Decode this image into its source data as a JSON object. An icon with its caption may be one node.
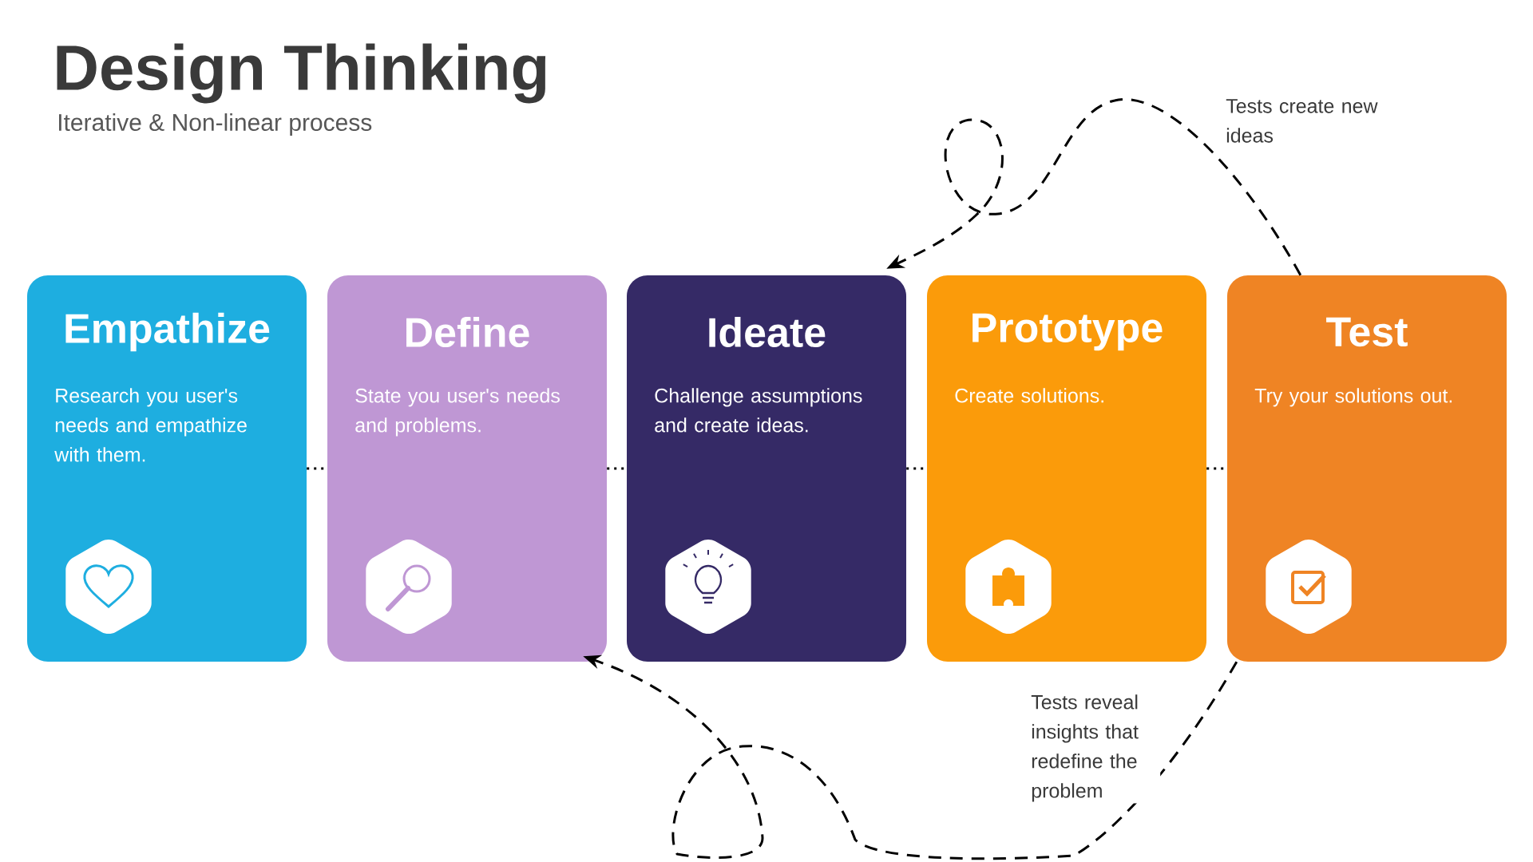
{
  "diagram": {
    "title": "Design Thinking",
    "nodes": [
      {
        "text": [
          "Empathize",
          "Research you user's needs and empathize with them."
        ]
      },
      {
        "text": [
          "Define",
          "State you user's needs and problems."
        ]
      },
      {
        "text": [
          "Ideate",
          "Challenge assumptions and create ideas."
        ]
      },
      {
        "text": [
          "Prototype",
          "Create solutions."
        ]
      },
      {
        "text": [
          "Test",
          "Try your solutions out."
        ]
      }
    ],
    "edges": [
      {
        "from": 0,
        "to": 1,
        "arrow": "none"
      },
      {
        "from": 1,
        "to": 2,
        "arrow": "none"
      },
      {
        "from": 2,
        "to": 3,
        "arrow": "none"
      },
      {
        "from": 3,
        "to": 4,
        "arrow": "none"
      },
      {
        "from": 4,
        "to": 2,
        "arrow": "to",
        "style": "dashed",
        "label": "Tests create new ideas"
      },
      {
        "from": 4,
        "to": 1,
        "arrow": "to",
        "style": "dashed",
        "label": "Tests reveal insights that redefine the problem"
      }
    ],
    "labels": [
      "Iterative & Non-linear process"
    ]
  }
}
